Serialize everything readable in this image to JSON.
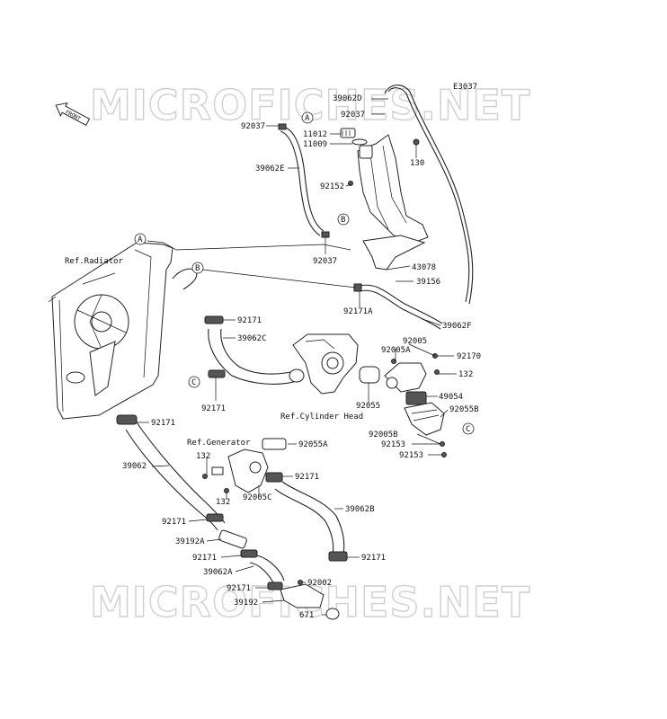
{
  "diagram_code": "E3037",
  "front_badge": "FRONT",
  "watermark": "MICROFICHES.NET",
  "callouts": {
    "a": "A",
    "b": "B",
    "c": "C"
  },
  "refs": {
    "radiator": "Ref.Radiator",
    "cylinder_head": "Ref.Cylinder Head",
    "generator": "Ref.Generator"
  },
  "parts": {
    "p39062d": "39062D",
    "p92037_a": "92037",
    "p92037_b": "92037",
    "p92037_c": "92037",
    "p11012": "11012",
    "p11009": "11009",
    "p130": "130",
    "p39062e": "39062E",
    "p92152": "92152",
    "p43078": "43078",
    "p39156": "39156",
    "p92171a": "92171A",
    "p39062f": "39062F",
    "p92171_1": "92171",
    "p39062c": "39062C",
    "p92005": "92005",
    "p92005a": "92005A",
    "p92170": "92170",
    "p132_a": "132",
    "p92171_2": "92171",
    "p49054": "49054",
    "p92055": "92055",
    "p92055b": "92055B",
    "p92171_3": "92171",
    "p92005b": "92005B",
    "p92153_a": "92153",
    "p92153_b": "92153",
    "p92055a": "92055A",
    "p39062": "39062",
    "p132_b": "132",
    "p92171_4": "92171",
    "p132_c": "132",
    "p92005c": "92005C",
    "p39062b": "39062B",
    "p92171_5": "92171",
    "p39192a": "39192A",
    "p92171_6": "92171",
    "p92171_7": "92171",
    "p39062a": "39062A",
    "p92002": "92002",
    "p92171_8": "92171",
    "p39192": "39192",
    "p671": "671"
  }
}
